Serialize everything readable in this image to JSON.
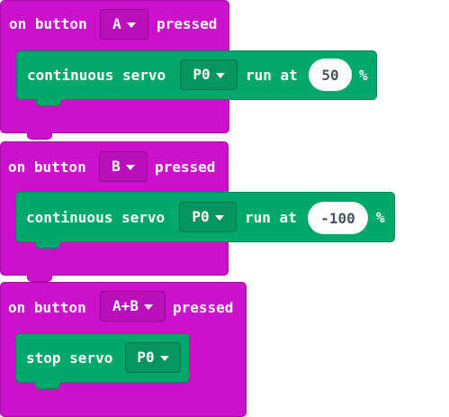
{
  "blocks": [
    {
      "event_prefix": "on button",
      "button": "A",
      "event_suffix": "pressed",
      "action": "continuous servo",
      "pin": "P0",
      "run_at": "run at",
      "value": "50",
      "unit": "%"
    },
    {
      "event_prefix": "on button",
      "button": "B",
      "event_suffix": "pressed",
      "action": "continuous servo",
      "pin": "P0",
      "run_at": "run at",
      "value": "-100",
      "unit": "%"
    },
    {
      "event_prefix": "on button",
      "button": "A+B",
      "event_suffix": "pressed",
      "action": "stop servo",
      "pin": "P0"
    }
  ],
  "colors": {
    "event_block": "#cc11cc",
    "servo_block": "#00a86b",
    "value_oval": "#ffffff"
  },
  "icons": {
    "dropdown": "caret-down-icon"
  }
}
